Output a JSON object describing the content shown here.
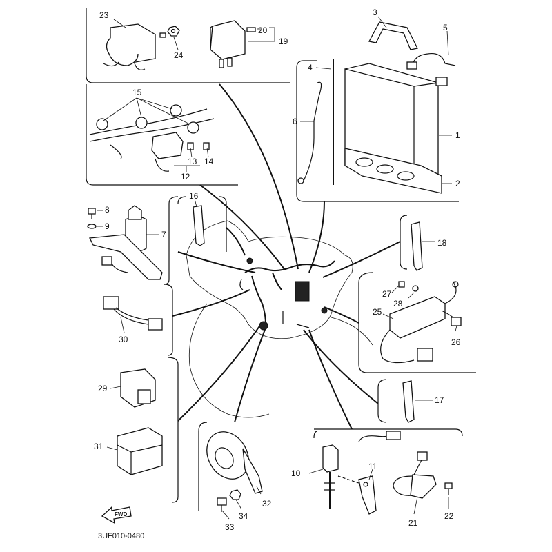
{
  "diagram": {
    "code": "3UF010-0480",
    "forward_label": "FWD",
    "callouts": {
      "p1": "1",
      "p2": "2",
      "p3": "3",
      "p4": "4",
      "p5": "5",
      "p6": "6",
      "p7": "7",
      "p8": "8",
      "p9": "9",
      "p10": "10",
      "p11": "11",
      "p12": "12",
      "p13": "13",
      "p14": "14",
      "p15": "15",
      "p16": "16",
      "p17": "17",
      "p18": "18",
      "p19": "19",
      "p20": "20",
      "p21": "21",
      "p22": "22",
      "p23": "23",
      "p24": "24",
      "p25": "25",
      "p26": "26",
      "p27": "27",
      "p28": "28",
      "p29": "29",
      "p30": "30",
      "p31": "31",
      "p32": "32",
      "p33": "33",
      "p34": "34"
    }
  }
}
